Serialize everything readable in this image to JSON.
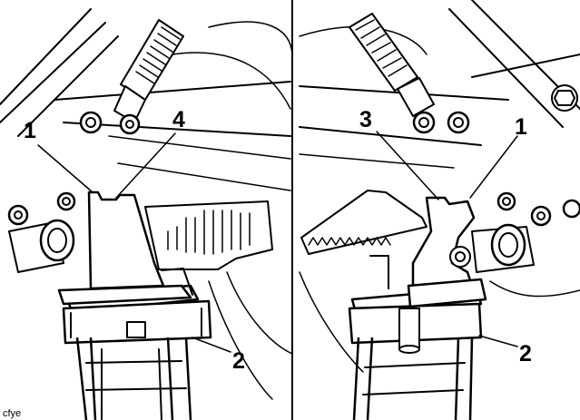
{
  "callouts": {
    "left_1": "1",
    "left_4": "4",
    "left_2": "2",
    "right_3": "3",
    "right_1": "1",
    "right_2": "2"
  },
  "figure_code": "cfye",
  "icons": [
    "hex-bolt-icon"
  ],
  "colors": {
    "ink": "#000000",
    "paper": "#ffffff"
  }
}
